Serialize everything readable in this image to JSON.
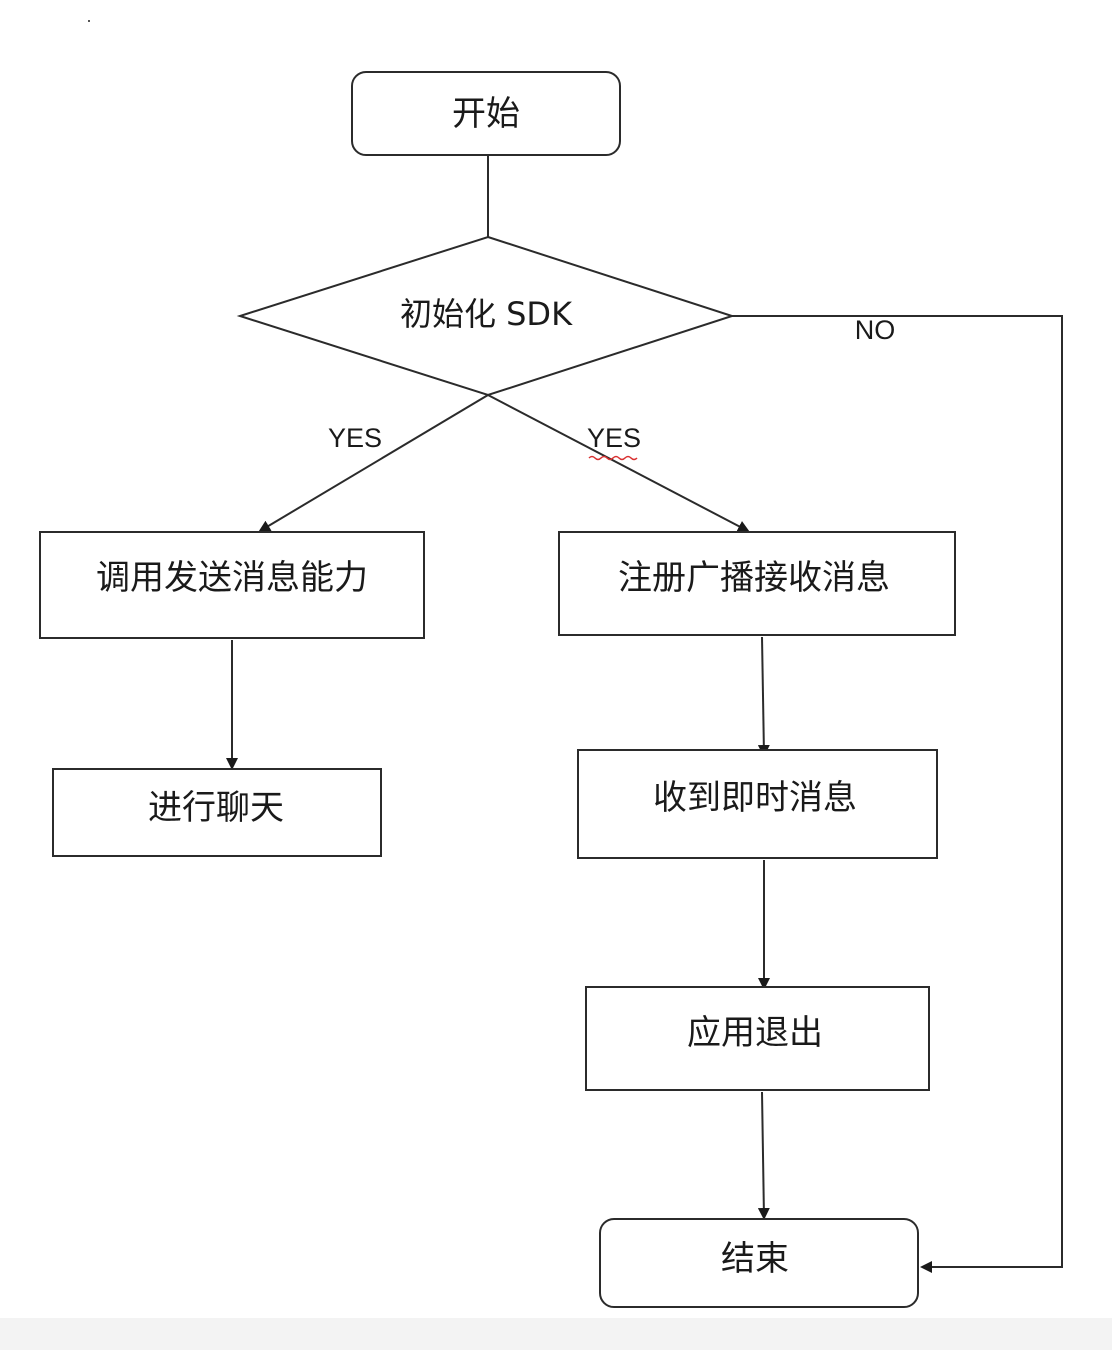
{
  "diagram": {
    "nodes": {
      "start": "开始",
      "init_sdk": "初始化 SDK",
      "send_message": "调用发送消息能力",
      "chat": "进行聊天",
      "register_broadcast": "注册广播接收消息",
      "receive_im": "收到即时消息",
      "app_exit": "应用退出",
      "end": "结束"
    },
    "edge_labels": {
      "yes_left": "YES",
      "yes_right": "YES",
      "no": "NO"
    }
  }
}
